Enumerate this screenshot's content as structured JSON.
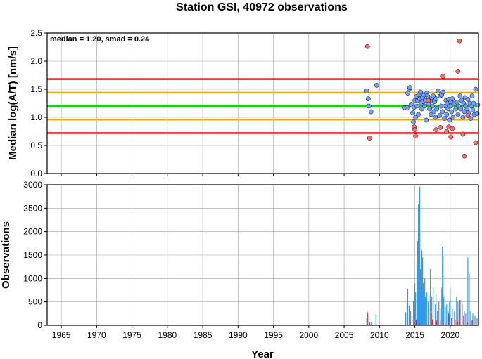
{
  "title": "Station GSI, 40972 observations",
  "annotation": "median = 1.20, smad = 0.24",
  "chart_data": [
    {
      "type": "scatter",
      "ylabel": "Median log(A/T) [nm/s]",
      "xlim": [
        1963,
        2024
      ],
      "ylim": [
        0.0,
        2.5
      ],
      "y_ticks": [
        {
          "value": 0.0,
          "label": "0.0"
        },
        {
          "value": 0.5,
          "label": "0.5"
        },
        {
          "value": 1.0,
          "label": "1.0"
        },
        {
          "value": 1.5,
          "label": "1.5"
        },
        {
          "value": 2.0,
          "label": "2.0"
        },
        {
          "value": 2.5,
          "label": "2.5"
        }
      ],
      "grid": true,
      "reference_lines": [
        {
          "name": "median",
          "value": 1.2,
          "color": "#00e000"
        },
        {
          "name": "median + 1 smad",
          "value": 1.44,
          "color": "#ffa500"
        },
        {
          "name": "median - 1 smad",
          "value": 0.96,
          "color": "#ffa500"
        },
        {
          "name": "median + 2 smad",
          "value": 1.68,
          "color": "#e00000"
        },
        {
          "name": "median - 2 smad",
          "value": 0.72,
          "color": "#e00000"
        }
      ],
      "series": [
        {
          "color": "#6fa0ff",
          "points": [
            [
              2008.2,
              1.47
            ],
            [
              2008.4,
              1.33
            ],
            [
              2008.5,
              1.2
            ],
            [
              2008.8,
              1.1
            ],
            [
              2009.6,
              1.57
            ],
            [
              2013.6,
              1.17
            ],
            [
              2013.9,
              1.17
            ],
            [
              2014.0,
              1.43
            ],
            [
              2014.2,
              1.5
            ],
            [
              2014.3,
              1.53
            ],
            [
              2014.5,
              1.23
            ],
            [
              2014.6,
              1.22
            ],
            [
              2014.7,
              1.08
            ],
            [
              2014.8,
              0.92
            ],
            [
              2014.9,
              1.18
            ],
            [
              2015.0,
              1.3
            ],
            [
              2015.1,
              1.0
            ],
            [
              2015.2,
              1.37
            ],
            [
              2015.3,
              1.2
            ],
            [
              2015.4,
              1.3
            ],
            [
              2015.5,
              1.05
            ],
            [
              2015.6,
              1.4
            ],
            [
              2015.7,
              1.33
            ],
            [
              2015.8,
              1.45
            ],
            [
              2015.9,
              1.25
            ],
            [
              2016.0,
              1.15
            ],
            [
              2016.1,
              1.35
            ],
            [
              2016.2,
              1.28
            ],
            [
              2016.3,
              1.4
            ],
            [
              2016.4,
              1.2
            ],
            [
              2016.5,
              1.3
            ],
            [
              2016.6,
              0.95
            ],
            [
              2016.7,
              1.43
            ],
            [
              2016.8,
              1.38
            ],
            [
              2016.9,
              1.25
            ],
            [
              2017.0,
              1.35
            ],
            [
              2017.1,
              1.15
            ],
            [
              2017.2,
              1.3
            ],
            [
              2017.3,
              1.05
            ],
            [
              2017.4,
              1.35
            ],
            [
              2017.5,
              1.2
            ],
            [
              2017.6,
              1.38
            ],
            [
              2017.7,
              1.1
            ],
            [
              2017.8,
              1.28
            ],
            [
              2017.9,
              1.0
            ],
            [
              2018.0,
              1.33
            ],
            [
              2018.1,
              1.15
            ],
            [
              2018.3,
              1.47
            ],
            [
              2018.5,
              1.03
            ],
            [
              2018.6,
              1.38
            ],
            [
              2018.7,
              1.2
            ],
            [
              2018.8,
              1.4
            ],
            [
              2018.9,
              1.1
            ],
            [
              2019.0,
              1.45
            ],
            [
              2019.2,
              0.98
            ],
            [
              2019.3,
              1.2
            ],
            [
              2019.4,
              1.3
            ],
            [
              2019.5,
              1.05
            ],
            [
              2019.6,
              1.25
            ],
            [
              2019.7,
              1.15
            ],
            [
              2019.8,
              1.32
            ],
            [
              2019.9,
              0.95
            ],
            [
              2020.0,
              1.2
            ],
            [
              2020.1,
              1.28
            ],
            [
              2020.2,
              1.1
            ],
            [
              2020.3,
              1.33
            ],
            [
              2020.4,
              1.0
            ],
            [
              2020.6,
              1.25
            ],
            [
              2020.8,
              1.15
            ],
            [
              2021.0,
              1.27
            ],
            [
              2021.1,
              1.05
            ],
            [
              2021.2,
              1.2
            ],
            [
              2021.4,
              1.38
            ],
            [
              2021.5,
              1.15
            ],
            [
              2021.6,
              1.3
            ],
            [
              2021.8,
              1.0
            ],
            [
              2021.9,
              1.25
            ],
            [
              2022.0,
              1.1
            ],
            [
              2022.1,
              1.35
            ],
            [
              2022.2,
              1.2
            ],
            [
              2022.4,
              1.15
            ],
            [
              2022.5,
              1.32
            ],
            [
              2022.6,
              1.08
            ],
            [
              2022.8,
              1.25
            ],
            [
              2022.9,
              0.98
            ],
            [
              2023.0,
              1.2
            ],
            [
              2023.1,
              1.38
            ],
            [
              2023.2,
              1.13
            ],
            [
              2023.3,
              1.25
            ],
            [
              2023.4,
              1.05
            ],
            [
              2023.6,
              1.5
            ],
            [
              2023.8,
              1.07
            ],
            [
              2023.9,
              1.22
            ]
          ]
        },
        {
          "color": "#ff6b6b",
          "points": [
            [
              2008.3,
              2.26
            ],
            [
              2008.6,
              0.63
            ],
            [
              2014.9,
              0.83
            ],
            [
              2015.0,
              0.78
            ],
            [
              2015.1,
              0.67
            ],
            [
              2016.9,
              1.3
            ],
            [
              2018.0,
              0.78
            ],
            [
              2018.6,
              0.82
            ],
            [
              2019.0,
              1.73
            ],
            [
              2019.5,
              0.75
            ],
            [
              2019.8,
              0.83
            ],
            [
              2020.1,
              0.65
            ],
            [
              2020.3,
              0.8
            ],
            [
              2021.1,
              1.82
            ],
            [
              2021.3,
              2.36
            ],
            [
              2021.8,
              0.7
            ],
            [
              2022.0,
              0.31
            ],
            [
              2022.5,
              1.03
            ],
            [
              2023.6,
              0.55
            ]
          ]
        }
      ]
    },
    {
      "type": "bar",
      "xlabel": "Year",
      "ylabel": "Observations",
      "xlim": [
        1963,
        2024
      ],
      "ylim": [
        0,
        3000
      ],
      "x_ticks": [
        {
          "value": 1965,
          "label": "1965"
        },
        {
          "value": 1970,
          "label": "1970"
        },
        {
          "value": 1975,
          "label": "1975"
        },
        {
          "value": 1980,
          "label": "1980"
        },
        {
          "value": 1985,
          "label": "1985"
        },
        {
          "value": 1990,
          "label": "1990"
        },
        {
          "value": 1995,
          "label": "1995"
        },
        {
          "value": 2000,
          "label": "2000"
        },
        {
          "value": 2005,
          "label": "2005"
        },
        {
          "value": 2010,
          "label": "2010"
        },
        {
          "value": 2015,
          "label": "2015"
        },
        {
          "value": 2020,
          "label": "2020"
        }
      ],
      "y_ticks": [
        {
          "value": 0,
          "label": "0"
        },
        {
          "value": 500,
          "label": "500"
        },
        {
          "value": 1000,
          "label": "1000"
        },
        {
          "value": 1500,
          "label": "1500"
        },
        {
          "value": 2000,
          "label": "2000"
        },
        {
          "value": 2500,
          "label": "2500"
        },
        {
          "value": 3000,
          "label": "3000"
        }
      ],
      "grid": true,
      "series": [
        {
          "color": "#3399ee",
          "bars": [
            [
              2008.2,
              150
            ],
            [
              2008.5,
              220
            ],
            [
              2008.8,
              60
            ],
            [
              2009.5,
              240
            ],
            [
              2013.7,
              280
            ],
            [
              2013.9,
              500
            ],
            [
              2014.0,
              780
            ],
            [
              2014.2,
              420
            ],
            [
              2014.4,
              300
            ],
            [
              2014.6,
              200
            ],
            [
              2014.8,
              520
            ],
            [
              2015.0,
              900
            ],
            [
              2015.1,
              700
            ],
            [
              2015.3,
              1300
            ],
            [
              2015.4,
              1800
            ],
            [
              2015.5,
              2580
            ],
            [
              2015.6,
              2000
            ],
            [
              2015.7,
              2960
            ],
            [
              2015.8,
              1200
            ],
            [
              2015.9,
              800
            ],
            [
              2016.0,
              1600
            ],
            [
              2016.1,
              1450
            ],
            [
              2016.2,
              900
            ],
            [
              2016.3,
              700
            ],
            [
              2016.4,
              1000
            ],
            [
              2016.5,
              600
            ],
            [
              2016.7,
              700
            ],
            [
              2016.9,
              500
            ],
            [
              2017.0,
              650
            ],
            [
              2017.2,
              1200
            ],
            [
              2017.4,
              600
            ],
            [
              2017.6,
              800
            ],
            [
              2017.9,
              450
            ],
            [
              2018.0,
              650
            ],
            [
              2018.2,
              300
            ],
            [
              2018.4,
              500
            ],
            [
              2018.6,
              350
            ],
            [
              2018.8,
              800
            ],
            [
              2018.9,
              1680
            ],
            [
              2019.0,
              1480
            ],
            [
              2019.1,
              600
            ],
            [
              2019.3,
              400
            ],
            [
              2019.5,
              450
            ],
            [
              2019.7,
              300
            ],
            [
              2019.9,
              500
            ],
            [
              2020.0,
              800
            ],
            [
              2020.3,
              350
            ],
            [
              2020.6,
              300
            ],
            [
              2020.9,
              600
            ],
            [
              2021.1,
              500
            ],
            [
              2021.4,
              350
            ],
            [
              2021.7,
              450
            ],
            [
              2022.0,
              300
            ],
            [
              2022.2,
              250
            ],
            [
              2022.5,
              1450
            ],
            [
              2022.7,
              1100
            ],
            [
              2022.9,
              300
            ],
            [
              2023.2,
              250
            ],
            [
              2023.5,
              200
            ],
            [
              2023.8,
              150
            ]
          ]
        },
        {
          "color": "#dd2222",
          "bars": [
            [
              2008.3,
              280
            ],
            [
              2008.6,
              60
            ],
            [
              2014.9,
              80
            ],
            [
              2015.2,
              120
            ],
            [
              2015.6,
              40
            ],
            [
              2017.3,
              250
            ],
            [
              2017.5,
              120
            ],
            [
              2018.1,
              100
            ],
            [
              2018.6,
              100
            ],
            [
              2019.3,
              60
            ],
            [
              2019.8,
              250
            ],
            [
              2020.2,
              160
            ],
            [
              2020.7,
              120
            ],
            [
              2021.1,
              80
            ],
            [
              2021.4,
              540
            ],
            [
              2021.9,
              200
            ],
            [
              2022.4,
              60
            ],
            [
              2023.1,
              100
            ]
          ]
        }
      ]
    }
  ]
}
